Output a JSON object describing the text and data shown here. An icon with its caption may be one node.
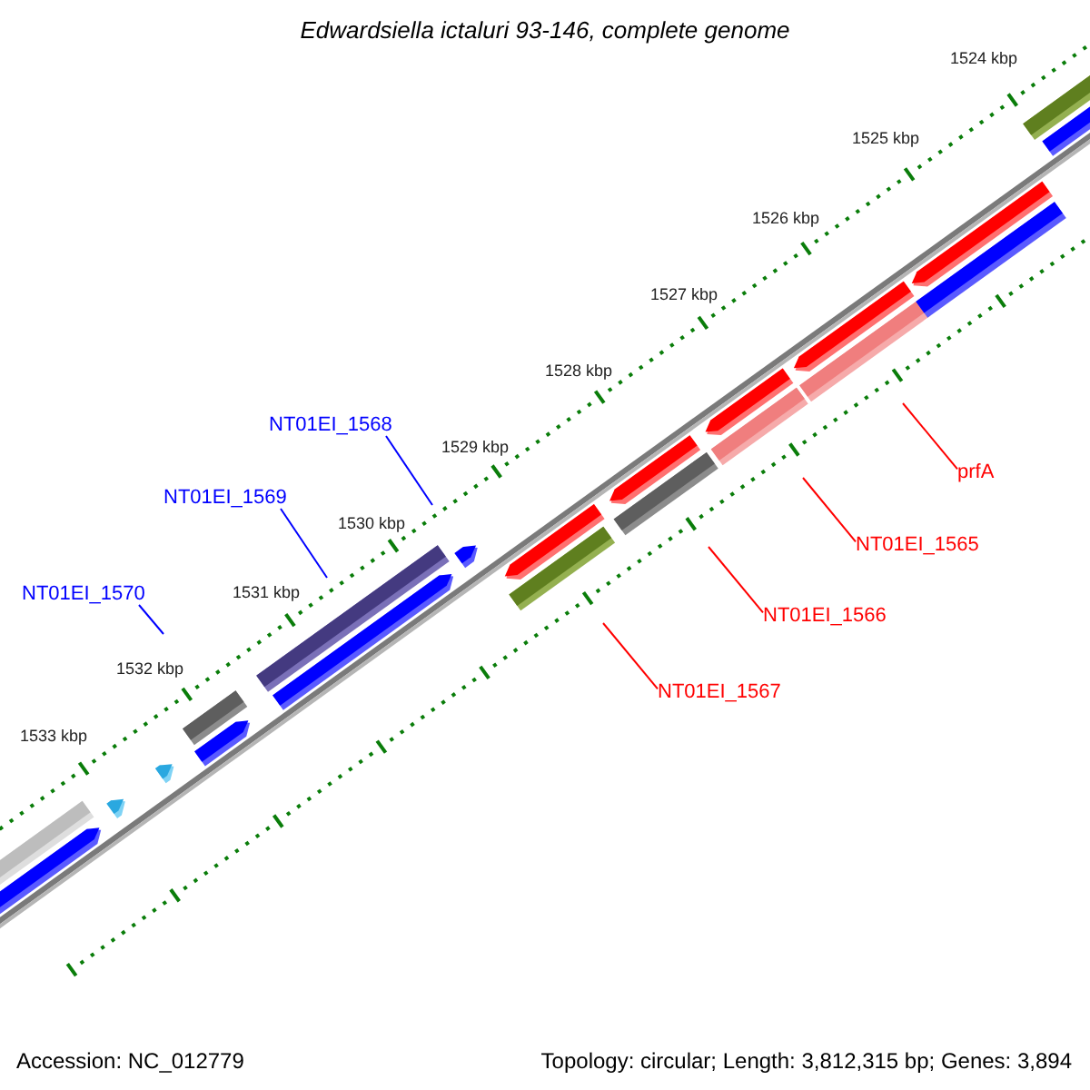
{
  "diagram": {
    "title": "Edwardsiella ictaluri 93-146, complete genome",
    "nodes": [
      {
        "text": [
          "NT01EI_1568"
        ]
      },
      {
        "text": [
          "NT01EI_1569"
        ]
      },
      {
        "text": [
          "NT01EI_1570"
        ]
      },
      {
        "text": [
          "prfA"
        ]
      },
      {
        "text": [
          "NT01EI_1565"
        ]
      },
      {
        "text": [
          "NT01EI_1566"
        ]
      },
      {
        "text": [
          "NT01EI_1567"
        ]
      }
    ],
    "edges": [
      {
        "from": 0,
        "to": null,
        "arrow": "none",
        "color": "#0000ff"
      },
      {
        "from": 1,
        "to": null,
        "arrow": "none",
        "color": "#0000ff"
      },
      {
        "from": 2,
        "to": null,
        "arrow": "none",
        "color": "#0000ff"
      },
      {
        "from": 3,
        "to": null,
        "arrow": "none"
      },
      {
        "from": 4,
        "to": null,
        "arrow": "none"
      },
      {
        "from": 5,
        "to": null,
        "arrow": "none"
      },
      {
        "from": 6,
        "to": null,
        "arrow": "none"
      }
    ],
    "labels": [
      "1524 kbp",
      "1525 kbp",
      "1526 kbp",
      "1527 kbp",
      "1528 kbp",
      "1529 kbp",
      "1530 kbp",
      "1531 kbp",
      "1532 kbp",
      "1533 kbp",
      "Accession: NC_012779",
      "Topology: circular; Length: 3,812,315 bp; Genes: 3,894"
    ]
  }
}
